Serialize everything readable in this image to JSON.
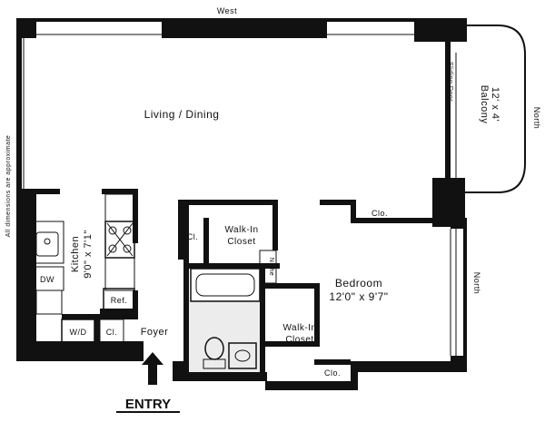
{
  "labels": {
    "west": "West",
    "north_top": "North",
    "north_right": "North",
    "dimensions_note": "All dimensions are approximate",
    "living_dining": "Living / Dining",
    "balcony_name": "Balcony",
    "balcony_size": "12' x 4'",
    "sliding_door": "Sliding Door",
    "kitchen_name": "Kitchen",
    "kitchen_size": "9'0\" x 7'1\"",
    "dw": "DW",
    "ref": "Ref.",
    "wd": "W/D",
    "cl_foyer": "Cl.",
    "foyer": "Foyer",
    "entry": "ENTRY",
    "cl_upper": "Cl.",
    "walkin_upper_1": "Walk-In",
    "walkin_upper_2": "Closet",
    "niche": "Niche",
    "bedroom_name": "Bedroom",
    "bedroom_size": "12'0\" x 9'7\"",
    "walkin_lower_1": "Walk-In",
    "walkin_lower_2": "Closet",
    "clo_bedroom": "Clo.",
    "clo_balcony": "Clo."
  },
  "colors": {
    "wall": "#111111",
    "bath_fill": "#ececec",
    "background": "#ffffff"
  }
}
